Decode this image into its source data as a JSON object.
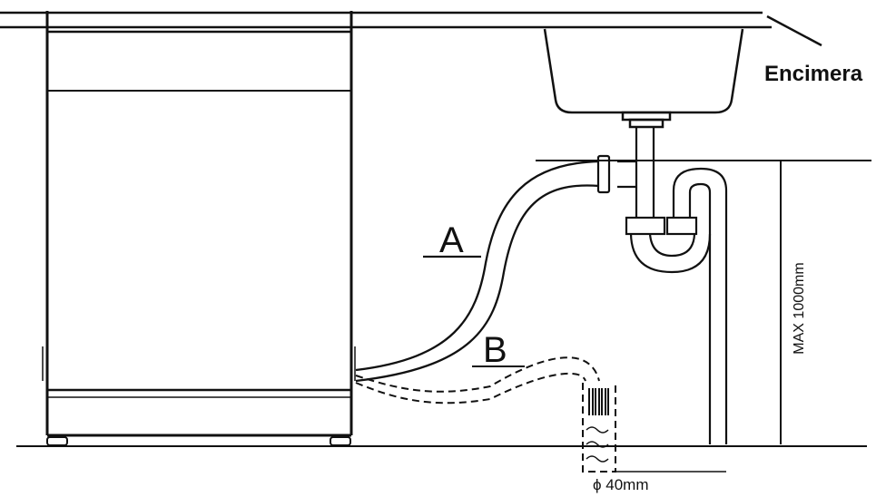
{
  "labels": {
    "countertop": "Encimera",
    "hose_a": "A",
    "hose_b": "B",
    "max_height": "MAX 1000mm",
    "drain_diameter": "ϕ 40mm"
  },
  "colors": {
    "line": "#111111",
    "background": "#ffffff"
  }
}
